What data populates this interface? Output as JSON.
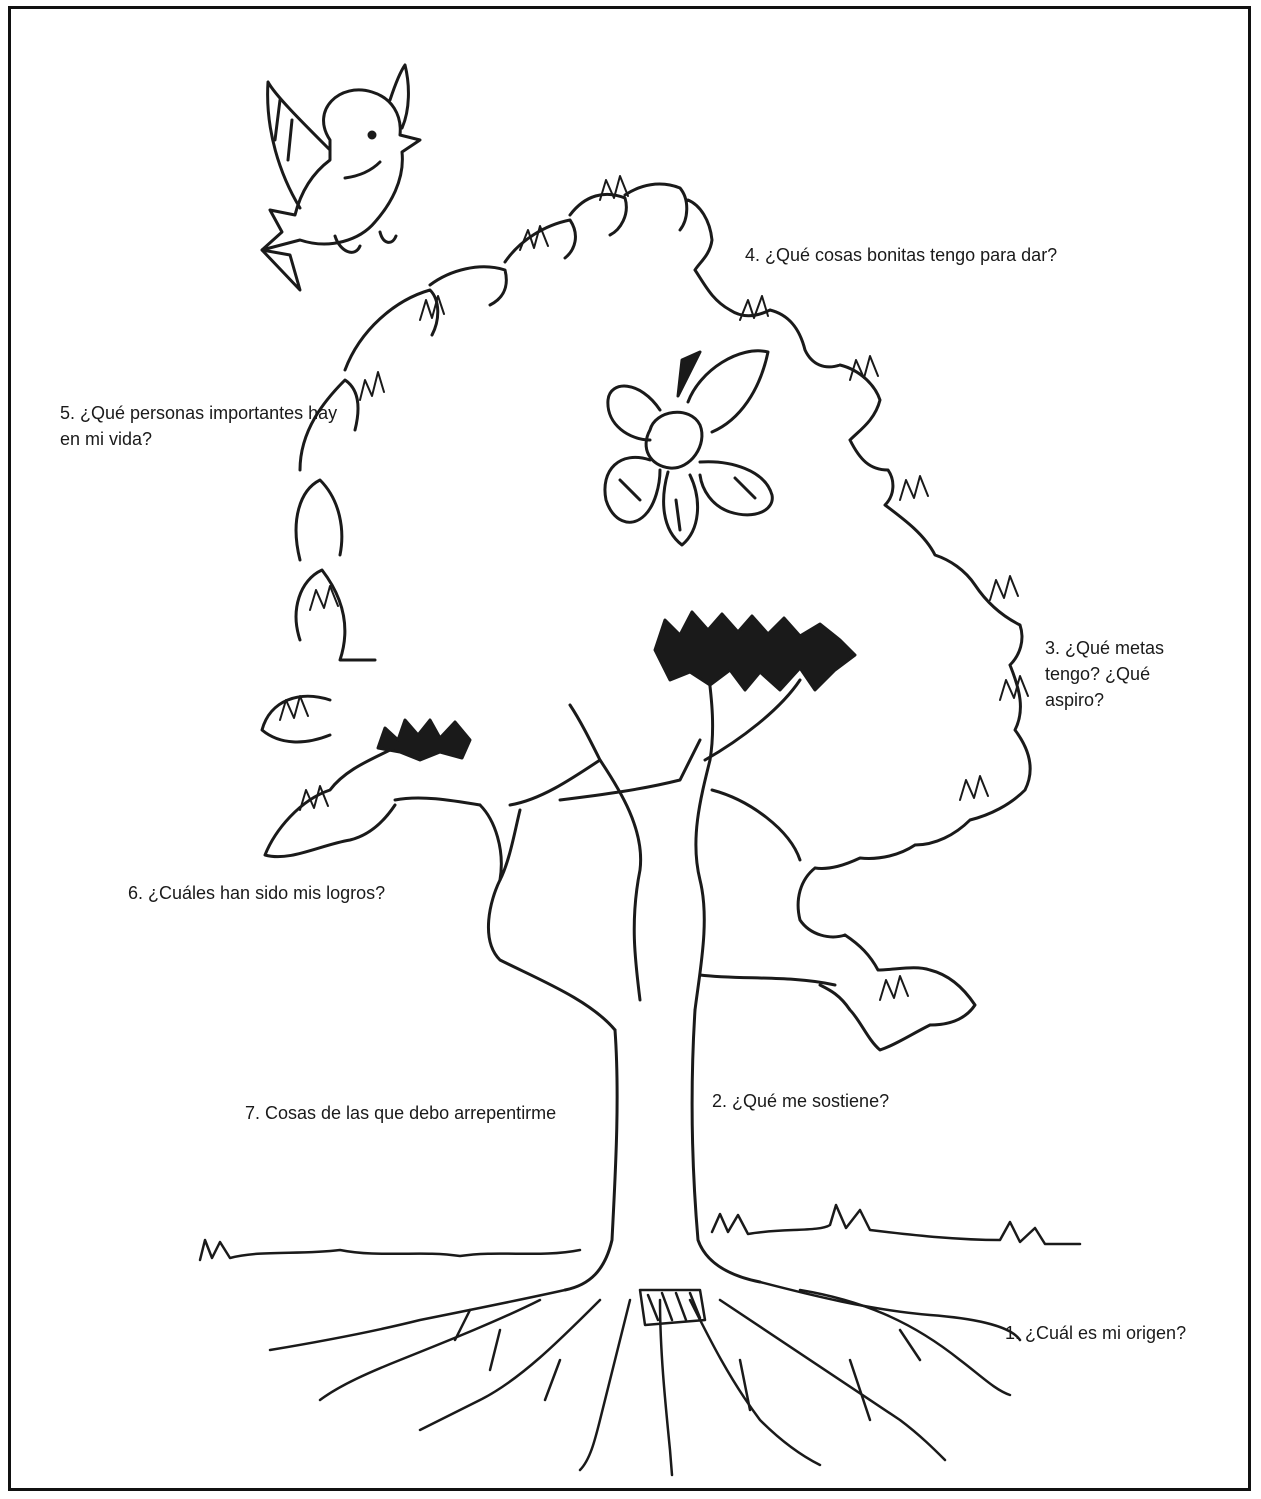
{
  "colors": {
    "ink": "#1a1a1a",
    "paper": "#ffffff",
    "frame": "#111111"
  },
  "drawing": {
    "elements": [
      "bird",
      "flower",
      "tree-crown",
      "tree-trunk",
      "roots",
      "grass"
    ]
  },
  "questions": [
    {
      "text": "1. ¿Cuál es mi origen?"
    },
    {
      "text": "2. ¿Qué me sostiene?"
    },
    {
      "text": "3. ¿Qué metas tengo? ¿Qué aspiro?"
    },
    {
      "text": "4. ¿Qué cosas bonitas tengo para dar?"
    },
    {
      "text": "5. ¿Qué personas importantes hay en mi vida?"
    },
    {
      "text": "6. ¿Cuáles han sido mis logros?"
    },
    {
      "text": "7. Cosas de las que debo arrepentirme"
    }
  ]
}
